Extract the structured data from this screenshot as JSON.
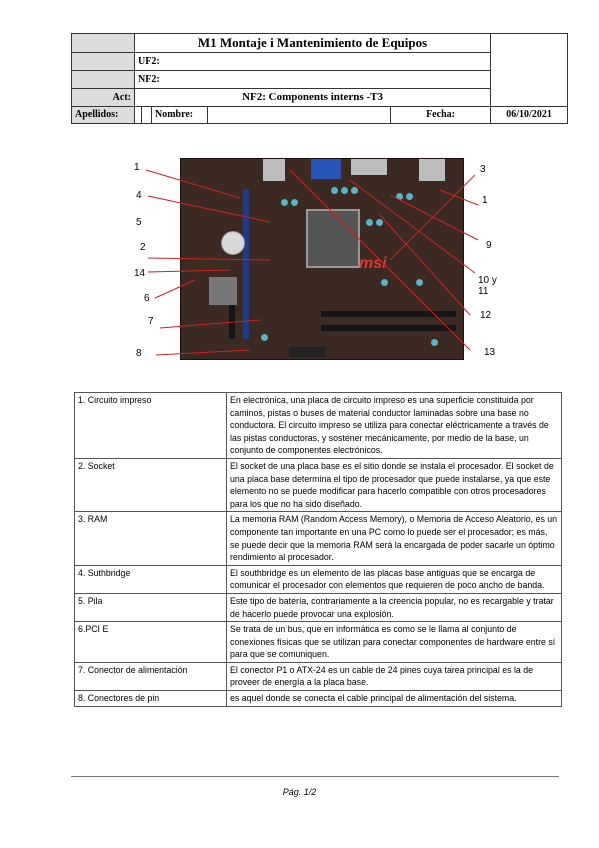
{
  "header": {
    "title": "M1 Montaje i Mantenimiento de Equipos",
    "uf_label": "UF2:",
    "nf_label": "NF2:",
    "act_label": "Act:",
    "act_value": "NF2: Components interns -T3",
    "apellidos_label": "Apellidos:",
    "nombre_label": "Nombre:",
    "fecha_label": "Fecha:",
    "fecha_value": "06/10/2021"
  },
  "figure": {
    "brand_logo": "msi",
    "callouts_left": [
      "1",
      "4",
      "5",
      "2",
      "14",
      "6",
      "7",
      "8"
    ],
    "callouts_right": [
      "3",
      "1",
      "9",
      "10 y 11",
      "12",
      "13"
    ]
  },
  "definitions": [
    {
      "term": "1. Circuito impreso",
      "text": "En electrónica, una placa de circuito impreso es una superficie constituida por caminos, pistas o buses de material conductor laminadas sobre una base no conductora. El circuito impreso se utiliza para conectar eléctricamente a través de las pistas conductoras, y sostener mecánicamente, por medio de la base, un conjunto de componentes electrónicos."
    },
    {
      "term": "2. Socket",
      "text": "El socket de una placa base es el sitio donde se instala el procesador. El socket de una placa base determina el tipo de procesador que puede instalarse, ya que este elemento no se puede modificar para hacerlo compatible con otros procesadores para los que no ha sido diseñado."
    },
    {
      "term": "3. RAM",
      "text": "La memoria RAM (Random Access Memory), o Memoria de Acceso Aleatorio, es un componente tan importante en una PC como lo puede ser el procesador; es más, se puede decir que la memoria RAM será la encargada de poder sacarle un óptimo rendimiento al procesador."
    },
    {
      "term": "4. Suthbridge",
      "text": "El southbridge es un elemento de las placas base antiguas que se encarga de comunicar el procesador con elementos que requieren de poco ancho de banda."
    },
    {
      "term": "5. Pila",
      "text": "Este tipo de batería, contrariamente a la creencia popular, no es recargable y tratar de hacerlo puede provocar una explosión."
    },
    {
      "term": "6.PCI E",
      "text": "Se trata de un bus, que en informática es como se le llama al conjunto de conexiones físicas que se utilizan para conectar componentes de hardware entre sí para que se comuniquen."
    },
    {
      "term": "7. Conector de alimentación",
      "text": "El conector P1 o ATX-24 es un cable de 24 pines cuya tarea principal es la de proveer de energía a la placa base."
    },
    {
      "term": "8. Conectores de pin",
      "text": "es aquel donde se conecta el cable principal de alimentación del sistema."
    }
  ],
  "footer": {
    "page_label": "Pág. 1/2"
  }
}
